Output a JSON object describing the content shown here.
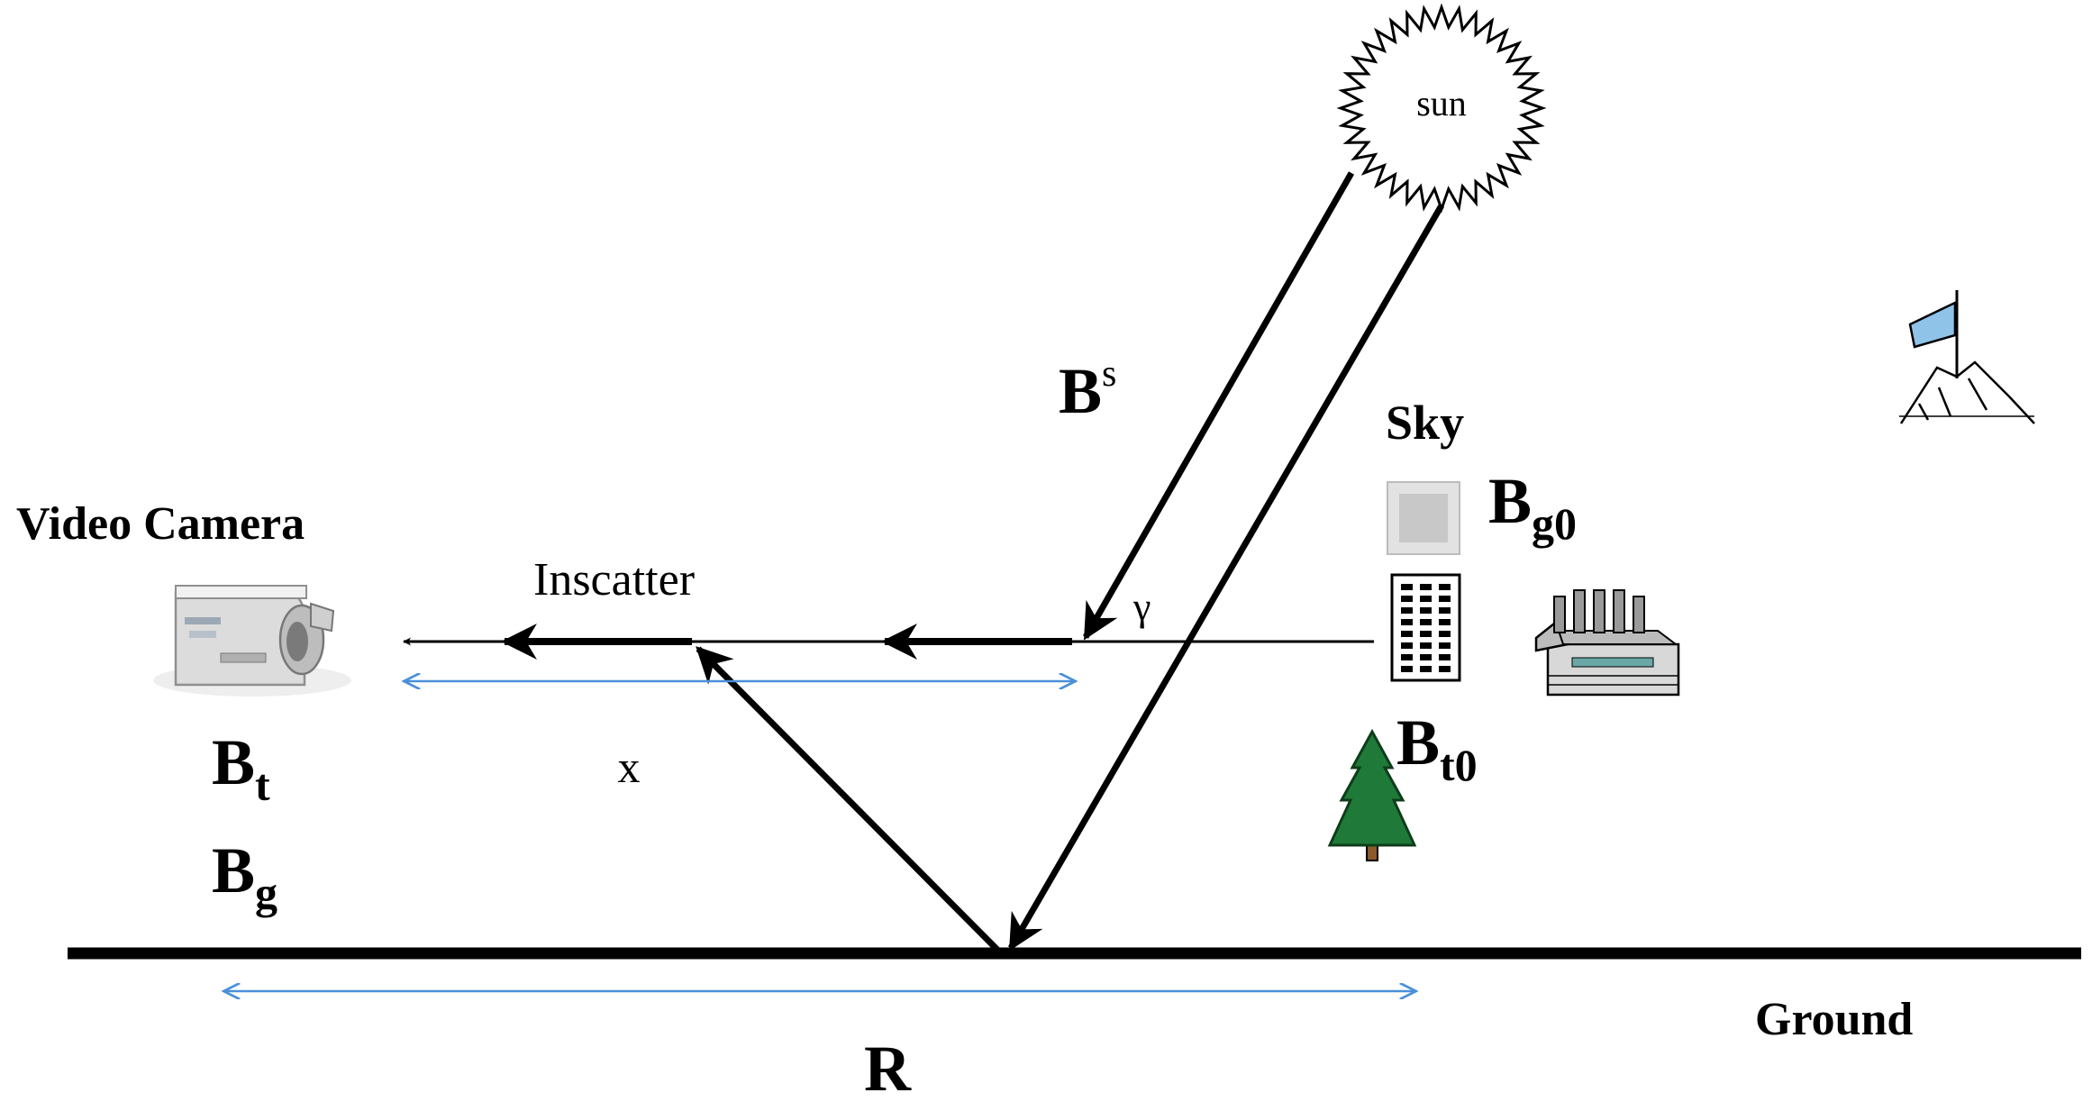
{
  "labels": {
    "sun": "sun",
    "bs_main": "B",
    "bs_sup": "s",
    "sky": "Sky",
    "bg0_main": "B",
    "bg0_sub": "g0",
    "video_camera": "Video Camera",
    "inscatter": "Inscatter",
    "gamma": "γ",
    "x": "x",
    "bt0_main": "B",
    "bt0_sub": "t0",
    "bt_main": "B",
    "bt_sub": "t",
    "bg_main": "B",
    "bg_sub": "g",
    "ground": "Ground",
    "r": "R"
  },
  "icons": {
    "sun": "sun-icon",
    "camera": "video-camera-icon",
    "sky_patch": "sky-patch-icon",
    "building": "building-icon",
    "factory": "factory-icon",
    "tree": "tree-icon",
    "mountain": "mountain-flag-icon"
  },
  "colors": {
    "line": "#000000",
    "dimension": "#4a90d9",
    "sky_patch": "#c8c8c8",
    "tree": "#1f7a3a",
    "flag": "#8fc3e8"
  }
}
